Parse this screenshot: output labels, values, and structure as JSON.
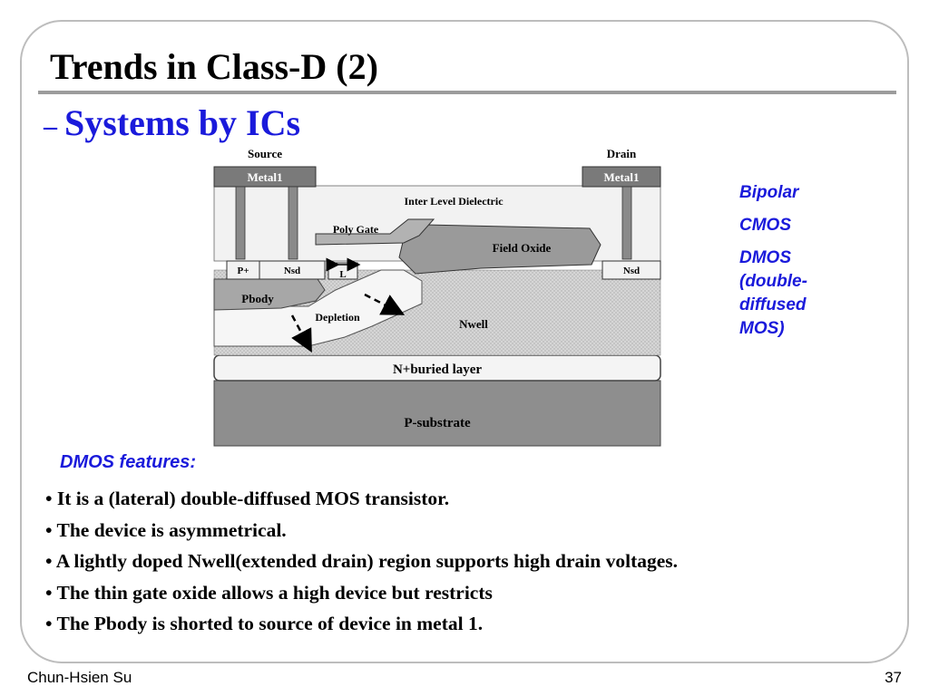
{
  "slide": {
    "title": "Trends in Class-D (2)",
    "subtitle_dash": "–",
    "subtitle": "Systems by ICs",
    "page_number": "37",
    "author": "Chun-Hsien Su"
  },
  "diagram": {
    "source_label": "Source",
    "drain_label": "Drain",
    "metal_left": "Metal1",
    "metal_right": "Metal1",
    "ild_label": "Inter Level Dielectric",
    "poly_gate_label": "Poly Gate",
    "field_oxide_label": "Field Oxide",
    "p_plus_label": "P+",
    "nsd_left_label": "Nsd",
    "channel_length_label": "L",
    "nsd_right_label": "Nsd",
    "pbody_label": "Pbody",
    "depletion_label": "Depletion",
    "nwell_label": "Nwell",
    "buried_layer_label": "N+buried layer",
    "substrate_label": "P-substrate"
  },
  "side_list": {
    "items": [
      {
        "lines": [
          "Bipolar"
        ]
      },
      {
        "lines": [
          "CMOS"
        ]
      },
      {
        "lines": [
          "DMOS",
          "(double-",
          "diffused",
          "MOS)"
        ]
      }
    ]
  },
  "features": {
    "heading": "DMOS features:",
    "bullets": [
      "• It is a (lateral) double-diffused MOS transistor.",
      "• The device is asymmetrical.",
      "• A lightly doped Nwell(extended drain) region supports high drain voltages.",
      "• The thin gate oxide allows a high device but restricts",
      "• The Pbody is shorted to source of device in metal 1."
    ]
  }
}
